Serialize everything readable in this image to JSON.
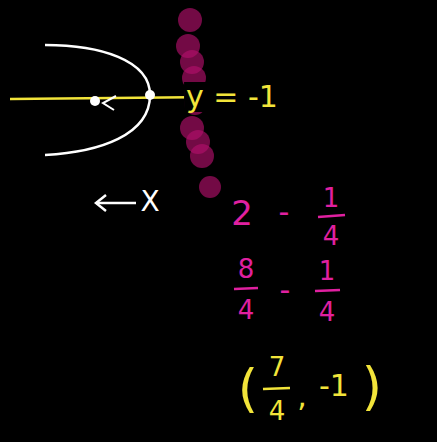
{
  "diagram": {
    "labels": [
      "y = -1",
      "X",
      "2",
      "-",
      "1",
      "4",
      "8",
      "4",
      "-",
      "1",
      "4",
      "(",
      "7",
      "4",
      ",",
      "-1",
      ")"
    ]
  }
}
